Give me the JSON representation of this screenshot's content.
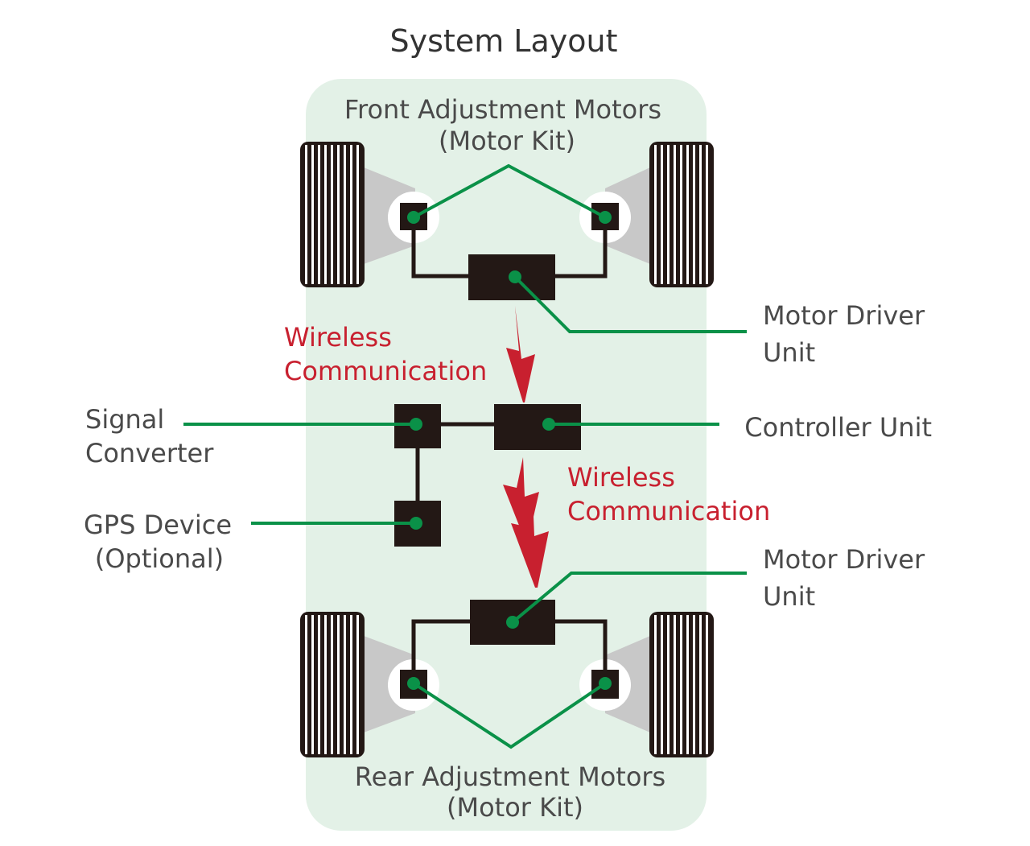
{
  "title": "System Layout",
  "colors": {
    "chassis": "#e3f1e7",
    "connector": "#0a9148",
    "wireless": "#c8202f",
    "component": "#231815",
    "text": "#4a4a4a",
    "tire": "#231815",
    "hub": "#c8c8c8"
  },
  "labels": {
    "front_motors": [
      "Front Adjustment Motors",
      "(Motor Kit)"
    ],
    "rear_motors": [
      "Rear Adjustment Motors",
      "(Motor Kit)"
    ],
    "motor_driver_front": [
      "Motor Driver",
      "Unit"
    ],
    "motor_driver_rear": [
      "Motor Driver",
      "Unit"
    ],
    "wireless_upper": [
      "Wireless",
      "Communication"
    ],
    "wireless_lower": [
      "Wireless",
      "Communication"
    ],
    "signal_converter": [
      "Signal",
      "Converter"
    ],
    "gps_device": [
      "GPS Device",
      "(Optional)"
    ],
    "controller_unit": "Controller Unit"
  }
}
